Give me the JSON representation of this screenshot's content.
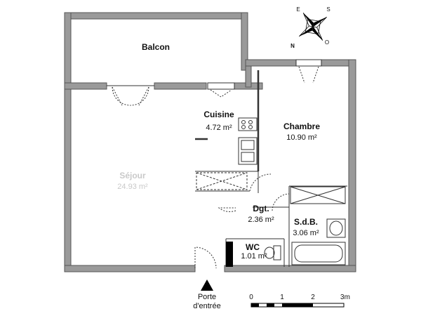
{
  "rooms": {
    "balcon": {
      "name": "Balcon"
    },
    "cuisine": {
      "name": "Cuisine",
      "area": "4.72 m²"
    },
    "chambre": {
      "name": "Chambre",
      "area": "10.90 m²"
    },
    "sejour": {
      "name": "Séjour",
      "area": "24.93 m²"
    },
    "degagement": {
      "name": "Dgt.",
      "area": "2.36 m²"
    },
    "salle_de_bain": {
      "name": "S.d.B.",
      "area": "3.06 m²"
    },
    "wc": {
      "name": "WC",
      "area": "1.01 m²"
    }
  },
  "entry": {
    "line1": "Porte",
    "line2": "d'entrée"
  },
  "scale": {
    "ticks": [
      "0",
      "1",
      "2",
      "3m"
    ]
  },
  "compass": {
    "letters": [
      "E",
      "S",
      "N",
      "O"
    ]
  },
  "colors": {
    "wall": "#9a9a9a",
    "wall_stroke": "#555555"
  }
}
